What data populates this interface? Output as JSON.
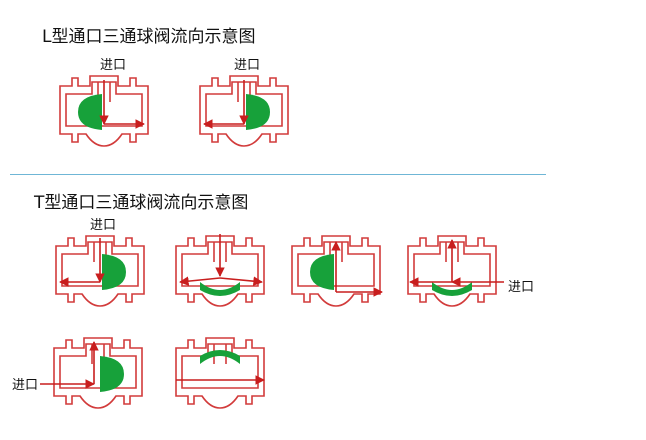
{
  "sections": {
    "l_type": {
      "title": "L型通口三通球阀流向示意图"
    },
    "t_type": {
      "title": "T型通口三通球阀流向示意图"
    }
  },
  "labels": {
    "inlet": "进口"
  },
  "colors": {
    "body": "#d23b3b",
    "ball": "#17a13a",
    "arrow": "#c81e1e",
    "divider": "#6fb6d6",
    "text": "#111111"
  }
}
